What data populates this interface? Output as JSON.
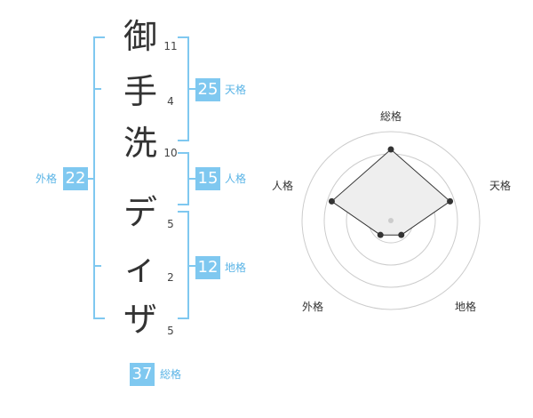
{
  "name": {
    "characters": [
      {
        "char": "御",
        "strokes": "11"
      },
      {
        "char": "手",
        "strokes": "4"
      },
      {
        "char": "洗",
        "strokes": "10"
      },
      {
        "char": "デ",
        "strokes": "5"
      },
      {
        "char": "ィ",
        "strokes": "2"
      },
      {
        "char": "ザ",
        "strokes": "5"
      }
    ]
  },
  "fortunes": {
    "tenkaku": {
      "label": "天格",
      "value": "25"
    },
    "jinkaku": {
      "label": "人格",
      "value": "15"
    },
    "chikaku": {
      "label": "地格",
      "value": "12"
    },
    "gaikaku": {
      "label": "外格",
      "value": "22"
    },
    "soukaku": {
      "label": "総格",
      "value": "37"
    }
  },
  "colors": {
    "bracket": "#7fc8f0",
    "badge": "#7fc8f0",
    "badge_label": "#5ab4e6"
  },
  "chart_data": {
    "type": "radar",
    "axes": [
      "総格",
      "天格",
      "地格",
      "外格",
      "人格"
    ],
    "scale_max": 5,
    "values": [
      4,
      3.5,
      1,
      1,
      3.5
    ],
    "grid_rings": 4
  }
}
